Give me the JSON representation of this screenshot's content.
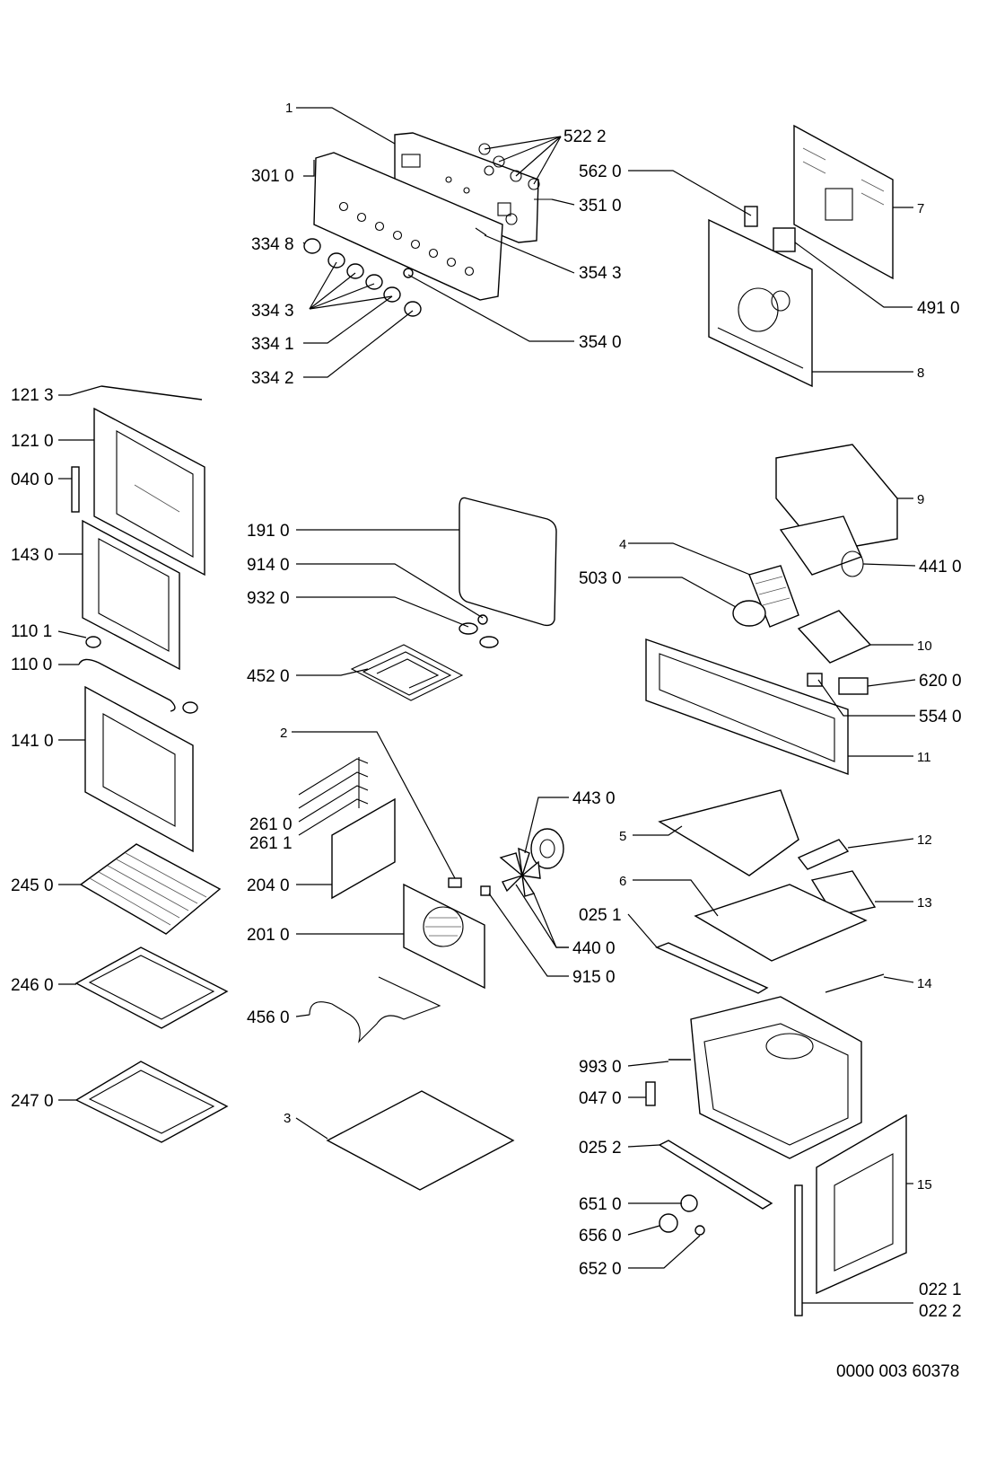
{
  "labels": {
    "l_1": "1",
    "l_301_0": "301 0",
    "l_522_2": "522 2",
    "l_351_0": "351 0",
    "l_334_8": "334 8",
    "l_354_3": "354 3",
    "l_334_3": "334 3",
    "l_334_1": "334 1",
    "l_354_0": "354 0",
    "l_334_2": "334 2",
    "l_562_0": "562 0",
    "l_7": "7",
    "l_491_0": "491 0",
    "l_8": "8",
    "l_121_3": "121 3",
    "l_121_0": "121 0",
    "l_040_0": "040 0",
    "l_143_0": "143 0",
    "l_110_1": "110 1",
    "l_110_0": "110 0",
    "l_141_0": "141 0",
    "l_245_0": "245 0",
    "l_246_0": "246 0",
    "l_247_0": "247 0",
    "l_191_0": "191 0",
    "l_914_0": "914 0",
    "l_932_0": "932 0",
    "l_452_0": "452 0",
    "l_2": "2",
    "l_261_0": "261 0",
    "l_261_1": "261 1",
    "l_204_0": "204 0",
    "l_201_0": "201 0",
    "l_456_0": "456 0",
    "l_3": "3",
    "l_9": "9",
    "l_4": "4",
    "l_441_0": "441 0",
    "l_503_0": "503 0",
    "l_10": "10",
    "l_620_0": "620 0",
    "l_554_0": "554 0",
    "l_11": "11",
    "l_443_0": "443 0",
    "l_440_0": "440 0",
    "l_915_0": "915 0",
    "l_5": "5",
    "l_12": "12",
    "l_6": "6",
    "l_13": "13",
    "l_025_1": "025 1",
    "l_14": "14",
    "l_993_0": "993 0",
    "l_047_0": "047 0",
    "l_025_2": "025 2",
    "l_15": "15",
    "l_651_0": "651 0",
    "l_656_0": "656 0",
    "l_652_0": "652 0",
    "l_022_1": "022 1",
    "l_022_2": "022 2"
  },
  "footer": {
    "doc_number": "0000 003 60378"
  }
}
